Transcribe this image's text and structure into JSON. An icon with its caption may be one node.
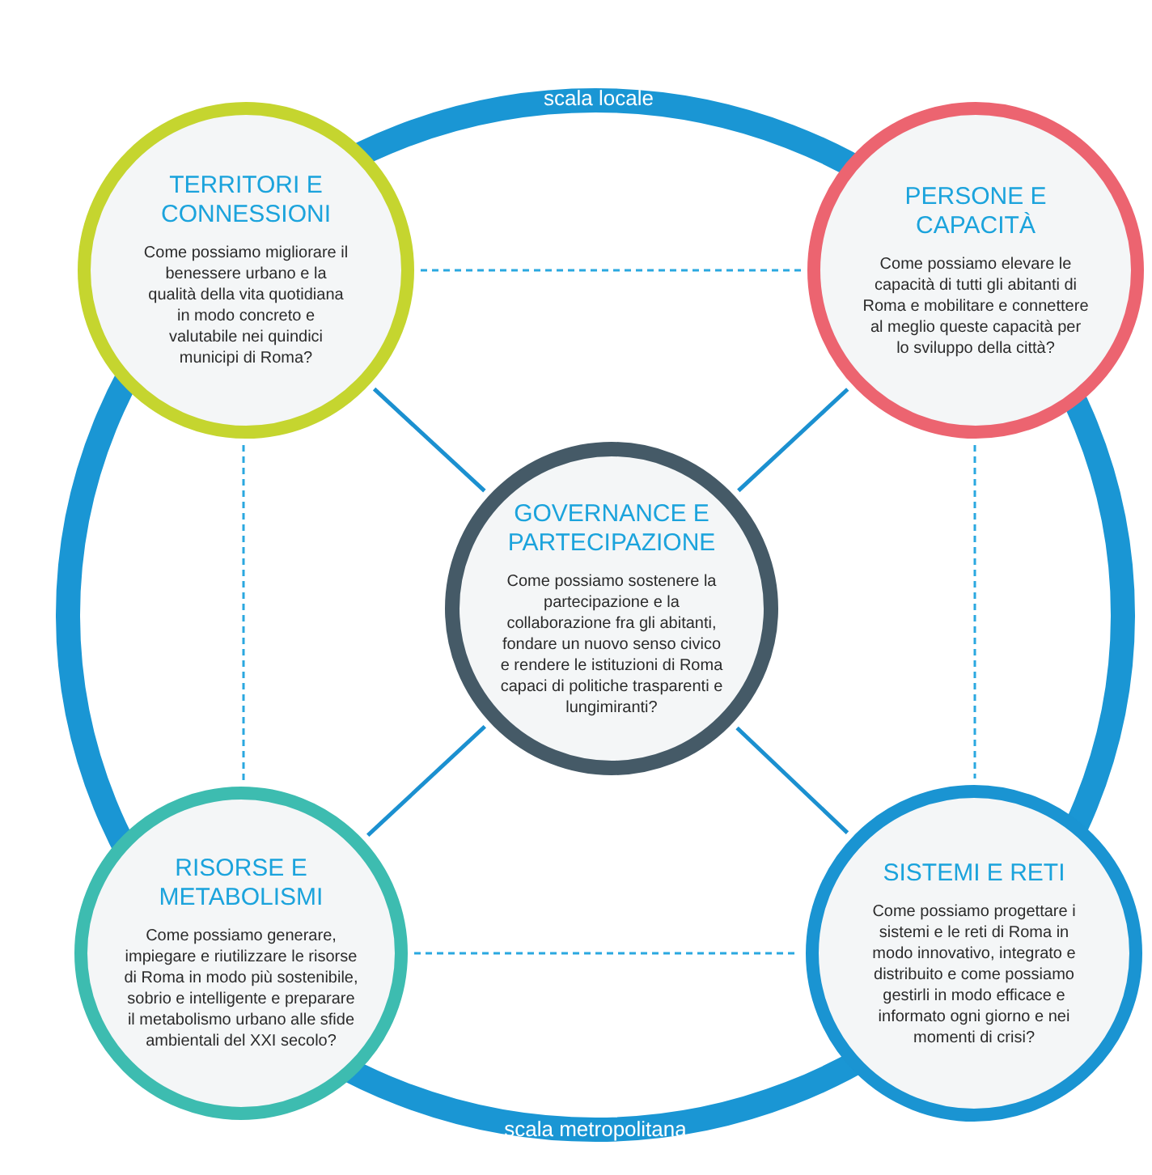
{
  "diagram": {
    "nodes": [
      {
        "text": [
          "TERRITORI E CONNESSIONI",
          "Come possiamo migliorare il benessere urbano e la qualità della vita quotidiana in modo concreto e valutabile nei quindici municipi di Roma?"
        ]
      },
      {
        "text": [
          "PERSONE E CAPACITÀ",
          "Come possiamo elevare le capacità di tutti gli abitanti di Roma e mobilitare e connettere al meglio queste capacità per lo sviluppo della città?"
        ]
      },
      {
        "text": [
          "GOVERNANCE E PARTECIPAZIONE",
          "Come possiamo sostenere la partecipazione e la collaborazione fra gli abitanti, fondare un nuovo senso civico e rendere le istituzioni di Roma capaci di politiche trasparenti e lungimiranti?"
        ]
      },
      {
        "text": [
          "RISORSE E METABOLISMI",
          "Come possiamo generare, impiegare e riutilizzare le risorse di Roma in modo più sostenibile, sobrio e intelligente e preparare il metabolismo urbano alle sfide ambientali del XXI secolo?"
        ]
      },
      {
        "text": [
          "SISTEMI E RETI",
          "Come possiamo progettare i sistemi e le reti di Roma in modo innovativo, integrato e distribuito e come possiamo gestirli in modo efficace e informato ogni giorno e nei momenti di crisi?"
        ]
      }
    ],
    "edges": [
      {
        "from": 2,
        "to": 0,
        "arrow": "none"
      },
      {
        "from": 2,
        "to": 1,
        "arrow": "none"
      },
      {
        "from": 2,
        "to": 3,
        "arrow": "none"
      },
      {
        "from": 2,
        "to": 4,
        "arrow": "none"
      },
      {
        "from": 0,
        "to": 1,
        "arrow": "none",
        "style": "dashed",
        "color": "#2aa8e0"
      },
      {
        "from": 0,
        "to": 3,
        "arrow": "none",
        "style": "dashed",
        "color": "#2aa8e0"
      },
      {
        "from": 1,
        "to": 4,
        "arrow": "none",
        "style": "dashed",
        "color": "#2aa8e0"
      },
      {
        "from": 3,
        "to": 4,
        "arrow": "none",
        "style": "dashed",
        "color": "#2aa8e0"
      }
    ],
    "labels": [
      "scala locale",
      "scala metropolitana"
    ]
  }
}
